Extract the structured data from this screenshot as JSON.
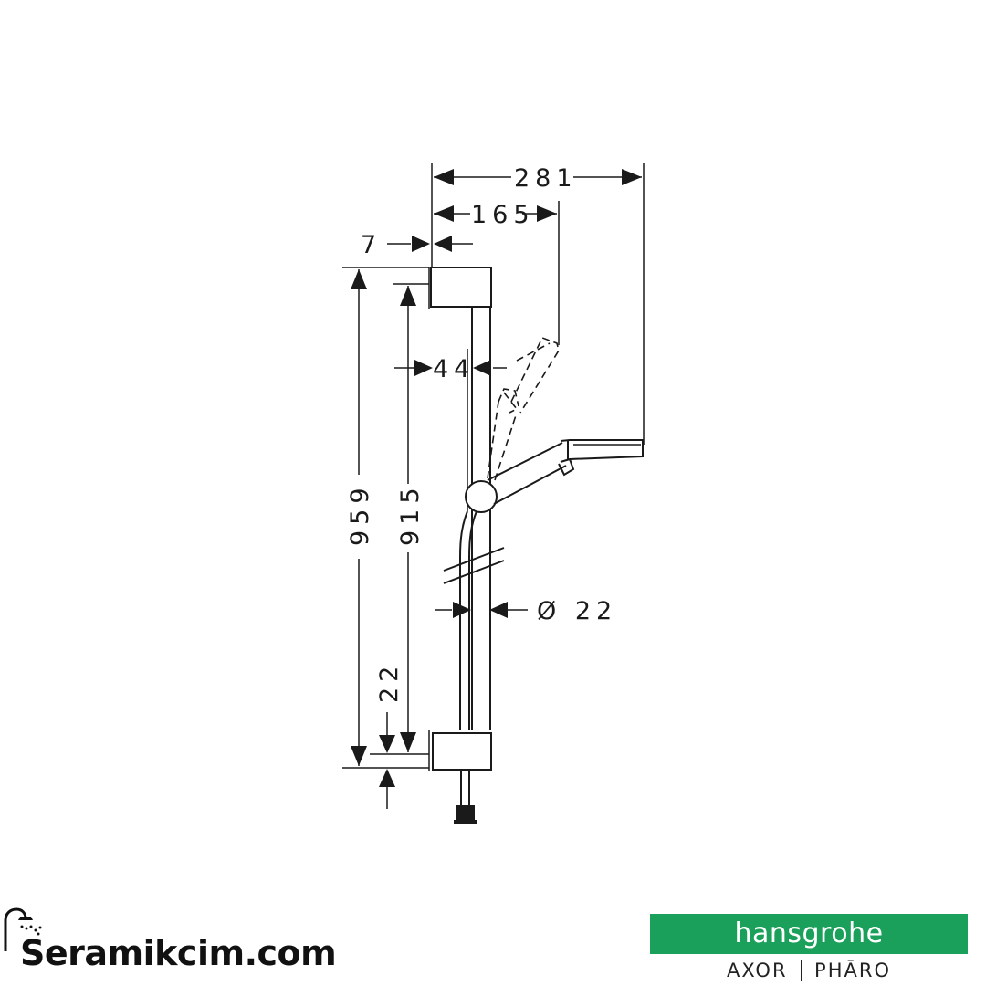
{
  "diagram": {
    "dimensions": {
      "overall_width": "281",
      "handshower_width": "165",
      "wall_offset": "7",
      "bar_spacing": "44",
      "overall_height": "959",
      "mount_height": "915",
      "bottom_offset": "22",
      "bar_diameter": "Ø 22"
    }
  },
  "footer": {
    "site_name": "Seramikcim.com",
    "brand_name": "hansgrohe",
    "sub_brand_left": "AXOR",
    "sub_brand_right": "PHĀRO"
  },
  "colors": {
    "brand_green": "#1aa05a",
    "line": "#1a1a1a"
  }
}
